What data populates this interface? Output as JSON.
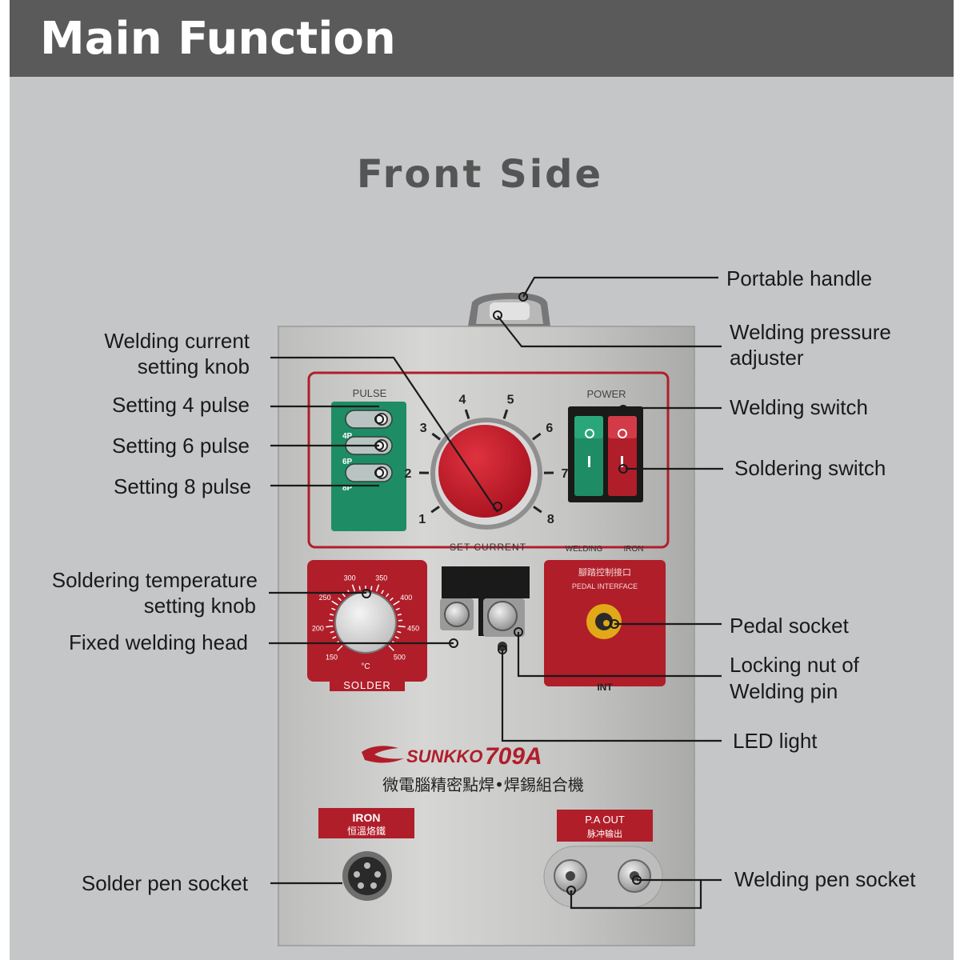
{
  "header": {
    "title": "Main Function"
  },
  "subtitle": "Front Side",
  "callouts": {
    "portable_handle": "Portable handle",
    "pressure_1": "Welding pressure",
    "pressure_2": "adjuster",
    "current_knob_1": "Welding current",
    "current_knob_2": "setting knob",
    "pulse4": "Setting 4 pulse",
    "pulse6": "Setting 6 pulse",
    "pulse8": "Setting 8 pulse",
    "welding_switch": "Welding switch",
    "soldering_switch": "Soldering switch",
    "solder_temp_1": "Soldering  temperature",
    "solder_temp_2": "setting knob",
    "fixed_head": "Fixed welding head",
    "pedal_socket": "Pedal socket",
    "locking_nut_1": "Locking nut of",
    "locking_nut_2": "Welding pin",
    "led_light": "LED light",
    "solder_pen_socket": "Solder pen socket",
    "welding_pen_socket": "Welding pen socket"
  },
  "device": {
    "pulse_label": "PULSE",
    "pulse_marks": [
      "4P",
      "6P",
      "8P"
    ],
    "power_label": "POWER",
    "set_current_label": "SET CURRENT",
    "switch_labels": [
      "WELDING",
      "IRON"
    ],
    "dial_numbers": [
      "1",
      "2",
      "3",
      "4",
      "5",
      "6",
      "7",
      "8"
    ],
    "solder_label": "SOLDER",
    "temp_scale": [
      "150",
      "200",
      "250",
      "300",
      "350",
      "400",
      "450",
      "500"
    ],
    "temp_unit": "°C",
    "pedal_cn": "腳踏控制接口",
    "pedal_en": "PEDAL INTERFACE",
    "int_label": "INT",
    "brand": "SUNKKO",
    "model": "709A",
    "cn_tagline": "微電腦精密點焊•焊錫組合機",
    "iron_label": "IRON",
    "iron_cn": "恒溫烙鐵",
    "pa_out_label": "P.A    OUT",
    "pa_out_cn": "脉冲输出"
  },
  "colors": {
    "header_bg": "#5a5a5a",
    "page_bg": "#c4c6c7",
    "steel": "#c9c9c7",
    "panel_red": "#b01e2a",
    "panel_green": "#1e8c64",
    "knob_red": "#cf1f2e"
  }
}
